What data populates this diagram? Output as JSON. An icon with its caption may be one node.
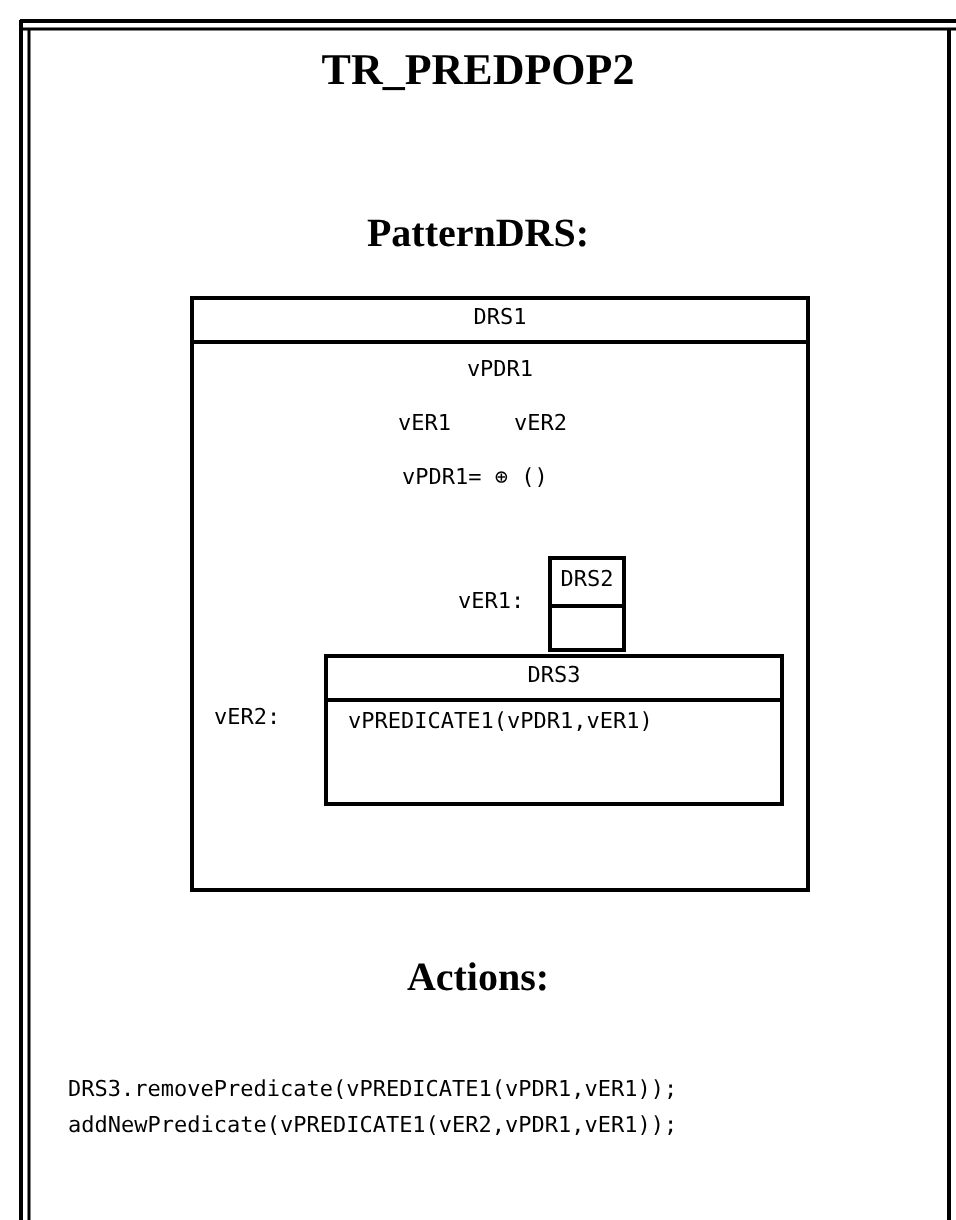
{
  "diagram": {
    "title": "TR_PREDPOP2",
    "nodes": [
      {
        "text": [
          "DRS1",
          "vPDR1",
          "vER1",
          "vER2",
          "vPDR1= ⊕ ()"
        ]
      },
      {
        "text": [
          "DRS2"
        ],
        "in": 0,
        "beside": [
          "vER1:"
        ]
      },
      {
        "text": [
          "DRS3",
          "vPREDICATE1(vPDR1,vER1)"
        ],
        "in": 0,
        "beside": [
          "vER2:"
        ]
      }
    ],
    "labels": [
      "PatternDRS:",
      "Actions:",
      "DRS3.removePredicate(vPREDICATE1(vPDR1,vER1));",
      "addNewPredicate(vPREDICATE1(vER2,vPDR1,vER1));"
    ]
  }
}
